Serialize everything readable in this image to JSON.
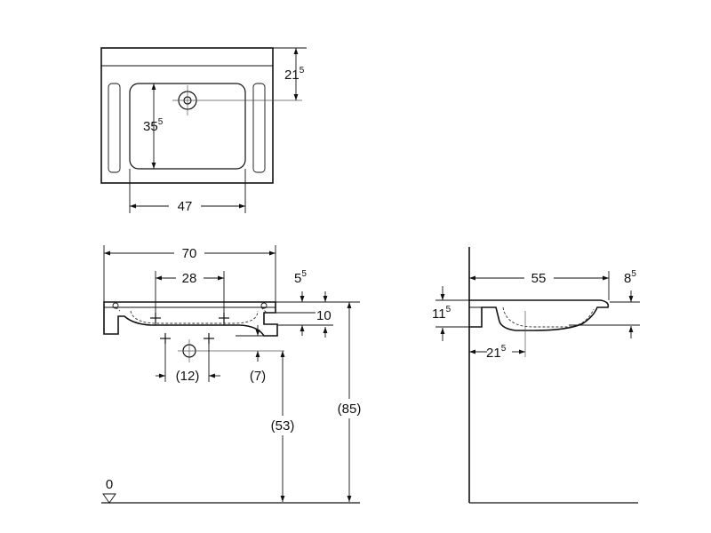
{
  "top_view": {
    "depth": {
      "base": "21",
      "sup": "5"
    },
    "bowl_depth": {
      "base": "35",
      "sup": "5"
    },
    "bowl_width": "47"
  },
  "front_view": {
    "overall_width": "70",
    "tap_spacing": "28",
    "rim_height": {
      "base": "5",
      "sup": "5"
    },
    "bowl_height": "10",
    "waste_spacing": "(12)",
    "waste_offset": "(7)",
    "waste_height": "(53)",
    "total_height": "(85)",
    "floor_level": "0"
  },
  "side_view": {
    "projection": "55",
    "back_gap": {
      "base": "8",
      "sup": "5"
    },
    "rim_thickness": {
      "base": "11",
      "sup": "5"
    },
    "waste_offset": {
      "base": "21",
      "sup": "5"
    }
  }
}
